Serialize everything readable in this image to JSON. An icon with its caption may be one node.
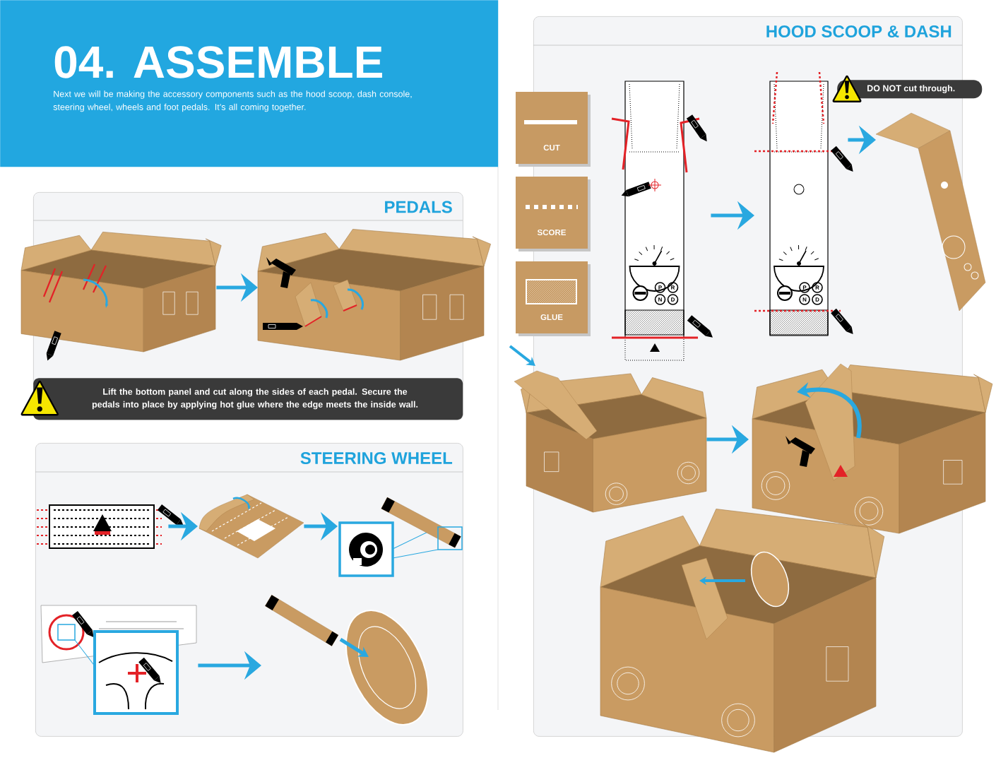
{
  "diagram": {
    "title": "04. ASSEMBLE",
    "nodes": [
      {
        "text": [
          "Next we will be making the accessory components such as the hood scoop, dash console, steering wheel, wheels and foot pedals. It’s all coming together."
        ]
      },
      {
        "text": [
          "PEDALS"
        ]
      },
      {
        "text": [],
        "shape": "picture",
        "in": 1
      },
      {
        "text": [],
        "shape": "picture",
        "in": 1
      },
      {
        "text": [
          "Lift the bottom panel and cut along the sides of each pedal. Secure the pedals into place by applying hot glue where the edge meets the inside wall."
        ],
        "in": 1
      },
      {
        "text": [
          "STEERING WHEEL"
        ]
      },
      {
        "text": [],
        "shape": "picture",
        "in": 5
      },
      {
        "text": [],
        "shape": "picture",
        "in": 5
      },
      {
        "text": [],
        "shape": "picture",
        "in": 5
      },
      {
        "text": [],
        "shape": "picture",
        "in": 5
      },
      {
        "text": [],
        "shape": "picture",
        "in": 5
      },
      {
        "text": [
          "HOOD SCOOP & DASH"
        ]
      },
      {
        "text": [],
        "shape": "picture",
        "in": 11
      },
      {
        "text": [],
        "shape": "picture",
        "in": 11
      },
      {
        "text": [],
        "shape": "picture",
        "in": 11
      },
      {
        "text": [],
        "shape": "picture",
        "in": 11
      },
      {
        "text": [],
        "shape": "picture",
        "in": 11
      },
      {
        "text": [],
        "shape": "picture",
        "in": 11
      },
      {
        "text": [
          "DO NOT cut through."
        ]
      }
    ],
    "edges": [
      {
        "from": 2,
        "to": 3,
        "arrow": "to"
      },
      {
        "from": 6,
        "to": 7,
        "arrow": "to"
      },
      {
        "from": 7,
        "to": 8,
        "arrow": "to"
      },
      {
        "from": 9,
        "to": 10,
        "arrow": "to"
      },
      {
        "from": 12,
        "to": 13,
        "arrow": "to"
      },
      {
        "from": 13,
        "to": 14,
        "arrow": "to"
      },
      {
        "from": 15,
        "to": 16,
        "arrow": "to"
      }
    ],
    "labels": [
      "P",
      "R",
      "N",
      "D",
      "P",
      "R",
      "N",
      "D"
    ],
    "legend": [
      {
        "text": "CUT"
      },
      {
        "text": "SCORE"
      },
      {
        "text": "GLUE"
      }
    ]
  }
}
